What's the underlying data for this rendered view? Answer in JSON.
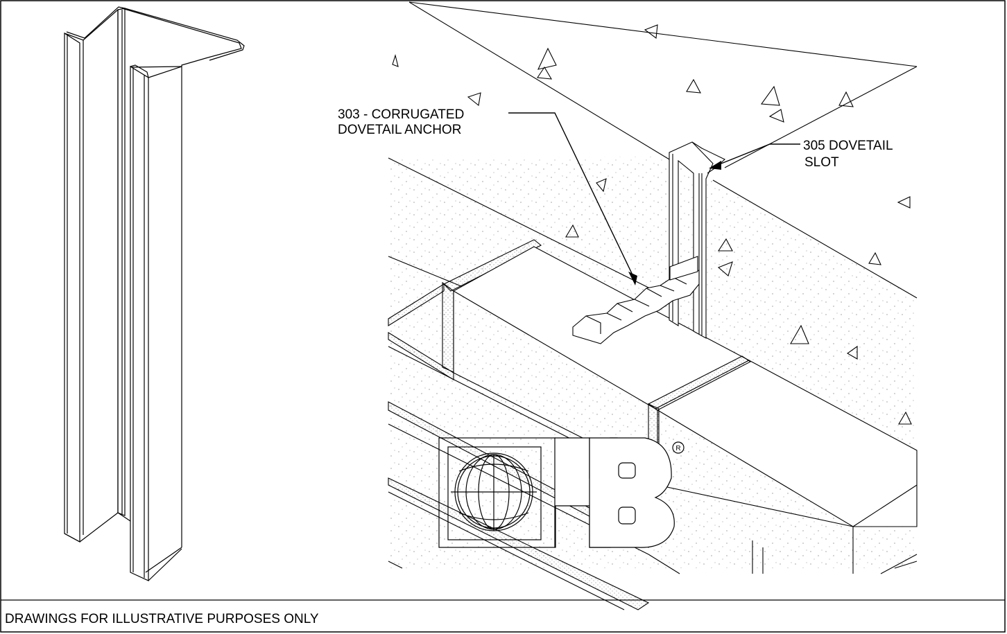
{
  "callouts": {
    "anchor": {
      "line1": "303 - CORRUGATED",
      "line2": "DOVETAIL ANCHOR"
    },
    "slot": {
      "line1": "305 DOVETAIL",
      "line2": "SLOT"
    }
  },
  "logo": {
    "registered_mark": "R"
  },
  "footer": {
    "disclaimer": "DRAWINGS FOR ILLUSTRATIVE PURPOSES ONLY"
  },
  "colors": {
    "line": "#000000",
    "background": "#ffffff",
    "stipple": "#555555"
  }
}
